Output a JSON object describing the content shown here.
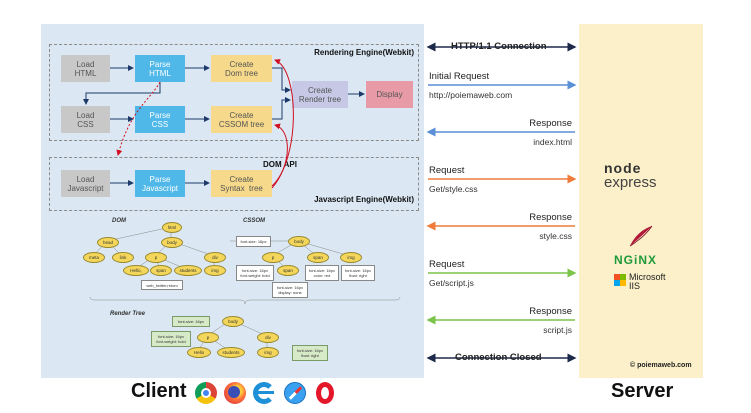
{
  "client": {
    "label": "Client",
    "rendering_engine": {
      "title": "Rendering Engine(Webkit)",
      "nodes": {
        "load_html": "Load\nHTML",
        "parse_html": "Parse\nHTML",
        "create_dom": "Create\nDom tree",
        "load_css": "Load\nCSS",
        "parse_css": "Parse\nCSS",
        "create_cssom": "Create\nCSSOM tree",
        "create_render": "Create\nRender tree",
        "display": "Display"
      }
    },
    "dom_api": "DOM API",
    "js_engine": {
      "title": "Javascript Engine(Webkit)",
      "nodes": {
        "load_js": "Load\nJavascript",
        "parse_js": "Parse\nJavascript",
        "create_syntax": "Create\nSyntax  tree"
      }
    },
    "trees": {
      "dom_title": "DOM",
      "cssom_title": "CSSOM",
      "render_title": "Render Tree",
      "dom_nodes": [
        "html",
        "head",
        "body",
        "meta",
        "link",
        "p",
        "div",
        "Hello,",
        "span",
        "students",
        "img"
      ],
      "dom_box": "web_twitter,retom",
      "cssom_nodes": [
        "body",
        "p",
        "span",
        "img",
        "span"
      ],
      "cssom_boxes": [
        "font-size: 16px",
        "font-size: 16px\nfont-weight: bold",
        "font-size: 16px\ncolor: red",
        "font-size: 16px\nfloat: right",
        "font-size: 16px\ndisplay: none"
      ],
      "render_nodes": [
        "body",
        "p",
        "div",
        "Hello",
        "students",
        "img"
      ],
      "render_boxes": [
        "font-size: 16px",
        "font-size: 16px\nfont-weight: bold",
        "font-size: 16px\nfloat: right"
      ]
    },
    "browsers": [
      "chrome-icon",
      "firefox-icon",
      "edge-icon",
      "safari-icon",
      "opera-icon"
    ]
  },
  "server": {
    "label": "Server",
    "logos": [
      "node-express-logo",
      "feather-logo",
      "nginx-logo",
      "microsoft-iis-logo"
    ],
    "node_text": "node",
    "express_text": "express",
    "nginx_text": "NGiNX",
    "ms_text": "Microsoft\nIIS",
    "copyright": "© poiemaweb.com"
  },
  "messages": [
    {
      "label": "HTTP/1.1 Connection",
      "sub": "",
      "bold": true,
      "direction": "both",
      "color": "#1e2a4a"
    },
    {
      "label": "Initial Request",
      "sub": "http://poiemaweb.com",
      "bold": false,
      "direction": "right",
      "color": "#5b8fd6"
    },
    {
      "label": "Response",
      "sub": "index.html",
      "bold": false,
      "direction": "left",
      "color": "#5b8fd6"
    },
    {
      "label": "Request",
      "sub": "Get/style.css",
      "bold": false,
      "direction": "right",
      "color": "#ef7b3a"
    },
    {
      "label": "Response",
      "sub": "style.css",
      "bold": false,
      "direction": "left",
      "color": "#ef7b3a"
    },
    {
      "label": "Request",
      "sub": "Get/script.js",
      "bold": false,
      "direction": "right",
      "color": "#7cc44a"
    },
    {
      "label": "Response",
      "sub": "script.js",
      "bold": false,
      "direction": "left",
      "color": "#7cc44a"
    },
    {
      "label": "Connection Closed",
      "sub": "",
      "bold": true,
      "direction": "both",
      "color": "#1e2a4a"
    }
  ]
}
